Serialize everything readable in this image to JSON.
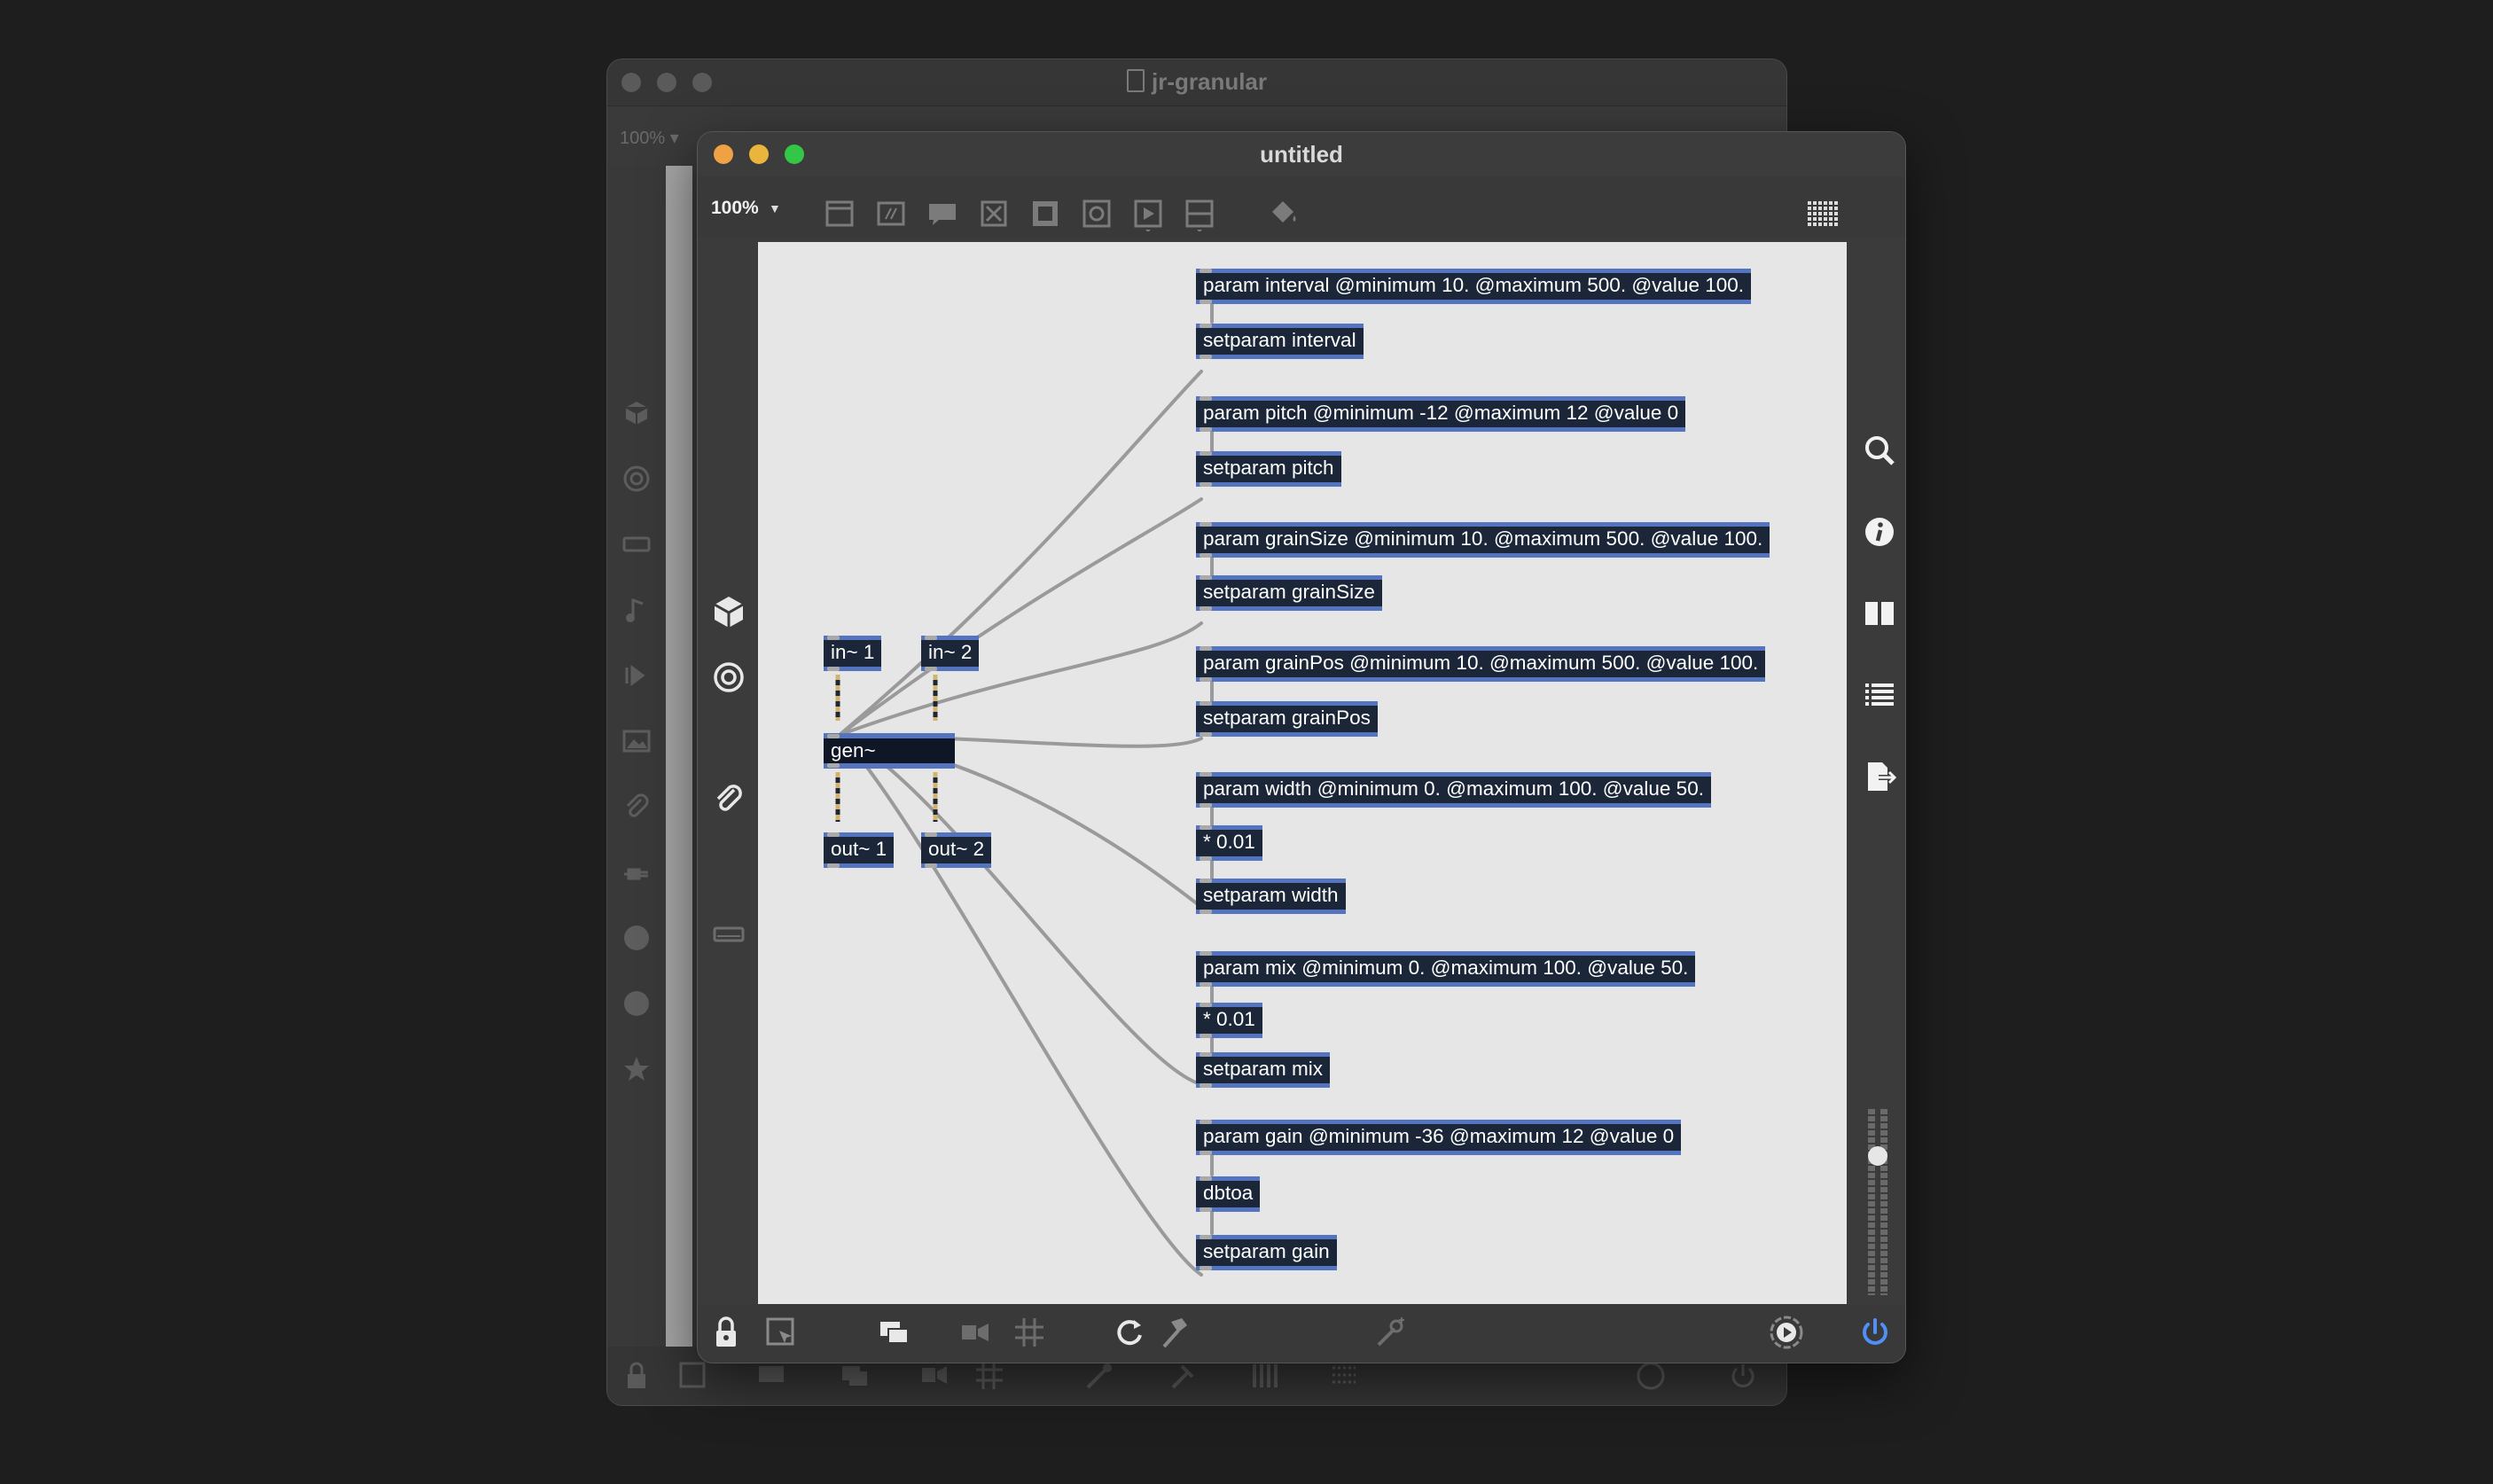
{
  "back_window": {
    "title": "jr-granular",
    "zoom_label": "100% ▾"
  },
  "front_window": {
    "title": "untitled",
    "toolbar": {
      "zoom_label": "100%"
    }
  },
  "objects": [
    {
      "id": "p-interval",
      "text": "param interval @minimum 10. @maximum 500. @value 100."
    },
    {
      "id": "sp-interval",
      "text": "setparam interval"
    },
    {
      "id": "p-pitch",
      "text": "param pitch @minimum -12 @maximum 12 @value 0"
    },
    {
      "id": "sp-pitch",
      "text": "setparam pitch"
    },
    {
      "id": "p-grainsize",
      "text": "param grainSize @minimum 10. @maximum 500. @value 100."
    },
    {
      "id": "sp-grainsize",
      "text": "setparam grainSize"
    },
    {
      "id": "p-grainpos",
      "text": "param grainPos @minimum 10. @maximum 500. @value 100."
    },
    {
      "id": "sp-grainpos",
      "text": "setparam grainPos"
    },
    {
      "id": "p-width",
      "text": "param width @minimum 0. @maximum 100. @value 50."
    },
    {
      "id": "mul-width",
      "text": "* 0.01"
    },
    {
      "id": "sp-width",
      "text": "setparam width"
    },
    {
      "id": "p-mix",
      "text": "param mix @minimum 0. @maximum 100. @value 50."
    },
    {
      "id": "mul-mix",
      "text": "* 0.01"
    },
    {
      "id": "sp-mix",
      "text": "setparam mix"
    },
    {
      "id": "p-gain",
      "text": "param gain @minimum -36 @maximum 12 @value 0"
    },
    {
      "id": "dbtoa",
      "text": "dbtoa"
    },
    {
      "id": "sp-gain",
      "text": "setparam gain"
    },
    {
      "id": "in1",
      "text": "in~ 1"
    },
    {
      "id": "in2",
      "text": "in~ 2"
    },
    {
      "id": "gen",
      "text": "gen~"
    },
    {
      "id": "out1",
      "text": "out~ 1"
    },
    {
      "id": "out2",
      "text": "out~ 2"
    }
  ],
  "colors": {
    "object_fill": "#1b2638",
    "object_border": "#5474bf",
    "canvas": "#e6e6e6",
    "window_bg": "#3b3b3b",
    "patch_cord": "#9a9a9a",
    "signal_cord": "#d4b26a",
    "power_on": "#4f8ff7",
    "close": "#f0a145",
    "minimize": "#e9b53c",
    "zoom": "#33c748"
  },
  "icons": {
    "left_sidebar": [
      "cube-icon",
      "target-icon",
      "paperclip-icon",
      "keyboard-icon"
    ],
    "right_sidebar": [
      "search-icon",
      "info-icon",
      "book-icon",
      "list-icon",
      "export-icon"
    ],
    "toolbar": [
      "presentation-icon",
      "message-box-icon",
      "comment-icon",
      "toggle-icon",
      "matrix-icon",
      "dial-icon",
      "play-object-icon",
      "slider-icon",
      "paint-bucket-icon",
      "grid-icon"
    ],
    "bottombar": [
      "lock-icon",
      "select-icon",
      "layers-icon",
      "presentation-mode-icon",
      "grid-snap-icon",
      "refresh-icon",
      "hammer-icon",
      "debug-icon",
      "dsp-icon",
      "power-icon"
    ]
  }
}
